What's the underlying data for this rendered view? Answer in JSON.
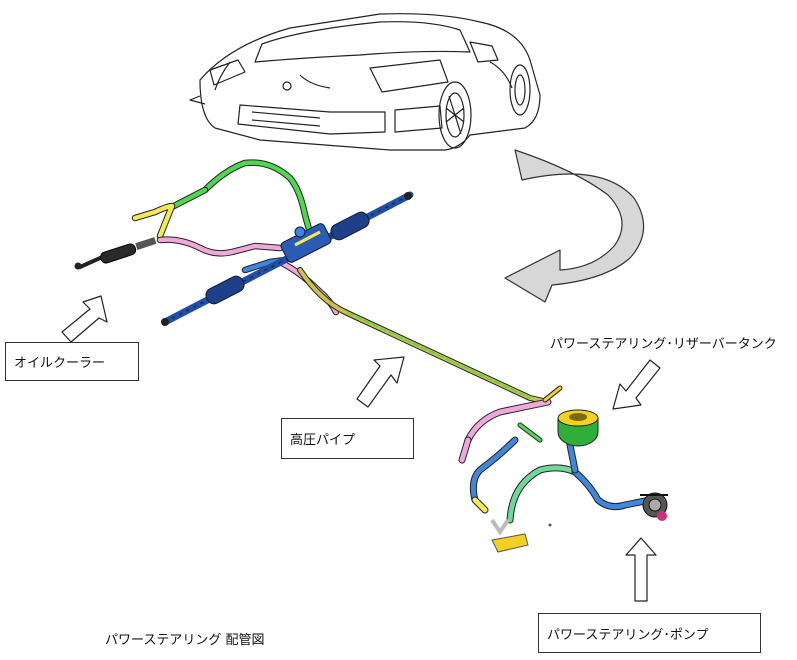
{
  "labels": {
    "oil_cooler": "オイルクーラー",
    "high_pressure_pipe": "高圧パイプ",
    "reservoir_tank": "パワーステアリング･リザーバータンク",
    "pump": "パワーステアリング･ポンプ",
    "title": "パワーステアリング 配管図"
  },
  "colors": {
    "hose_green": "#4fd84f",
    "hose_yellow": "#f2ea55",
    "hose_pink": "#f0a8dc",
    "hose_blue": "#3f86e0",
    "hose_navy": "#1f4fa8",
    "pipe_olive": "#c9c24a",
    "reservoir_green": "#2fae3a",
    "reservoir_yellow": "#f2d024",
    "rotation_arrow_gray": "#d7d7d7"
  },
  "icons": [
    "car-illustration",
    "steering-rack",
    "oil-cooler",
    "reservoir-tank",
    "pump-unit",
    "rotation-arrow",
    "callout-arrow"
  ]
}
